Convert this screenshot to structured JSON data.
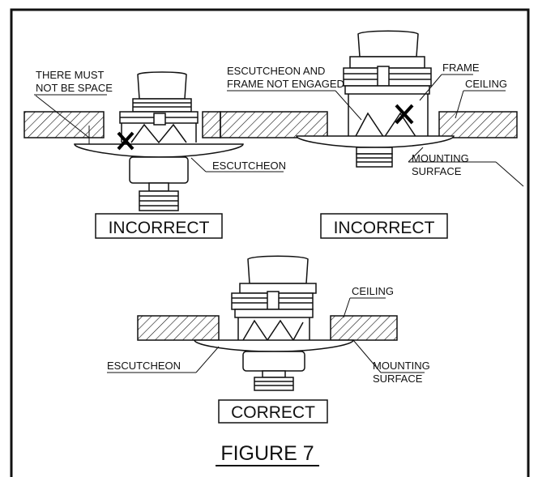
{
  "labels": {
    "space_line1": "THERE MUST",
    "space_line2": "NOT BE SPACE",
    "esc_frame_line1": "ESCUTCHEON AND",
    "esc_frame_line2": "FRAME NOT ENGAGED",
    "frame": "FRAME",
    "ceiling_top": "CEILING",
    "escutcheon_left": "ESCUTCHEON",
    "mounting_top_line1": "MOUNTING",
    "mounting_top_line2": "SURFACE",
    "incorrect_left": "INCORRECT",
    "incorrect_right": "INCORRECT",
    "ceiling_bottom": "CEILING",
    "escutcheon_bottom": "ESCUTCHEON",
    "mounting_bottom_line1": "MOUNTING",
    "mounting_bottom_line2": "SURFACE",
    "correct": "CORRECT",
    "figure": "FIGURE 7"
  },
  "colors": {
    "line": "#111111",
    "error_mark": "#000000"
  },
  "icons": [
    "hatch-pattern",
    "x-mark-icon"
  ]
}
